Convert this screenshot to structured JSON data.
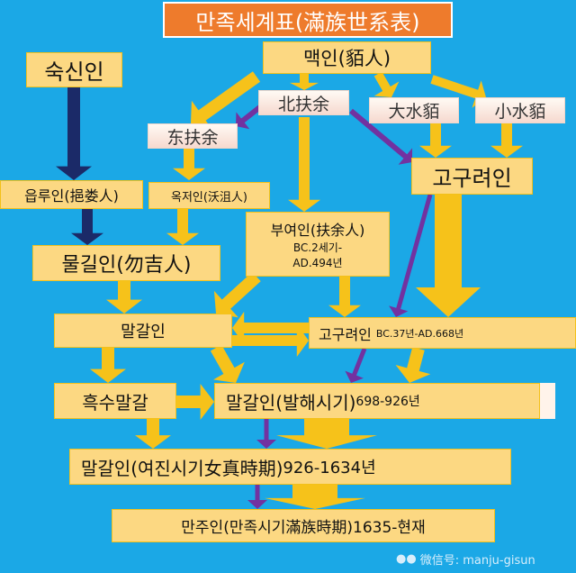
{
  "title": "만족세계표(滿族世系表)",
  "nodes": {
    "maek": "맥인(貊人)",
    "suksin": "숙신인",
    "bukbuyeo": "北扶余",
    "daesumaek": "大水貊",
    "sosumaek": "小水貊",
    "dongbuyeo": "东扶余",
    "goguryeo_top": "고구려인",
    "eupru": "읍루인(挹娄人)",
    "okjeo": "옥저인(沃沮人)",
    "buyeo": "부여인(扶余人)",
    "buyeo_period1": "BC.2세기-",
    "buyeo_period2": "AD.494년",
    "mulgil": "물길인(勿吉人)",
    "malgal": "말갈인",
    "goguryeo": "고구려인",
    "goguryeo_period": "BC.37년-AD.668년",
    "heuksu": "흑수말갈",
    "balhae": "말갈인(발해시기)",
    "balhae_period": "698-926년",
    "yeojin": "말갈인(여진시기女真時期)",
    "yeojin_period": "926-1634년",
    "manju": "만주인(만족시기滿族時期)",
    "manju_period": "1635-현재"
  },
  "watermark": "微信号: manju-gisun",
  "colors": {
    "background": "#1ba8e6",
    "box": "#fcd882",
    "arrow_yellow": "#f6c21a",
    "arrow_navy": "#1b2a68",
    "arrow_purple": "#7232a0",
    "title": "#ee7b2c"
  }
}
